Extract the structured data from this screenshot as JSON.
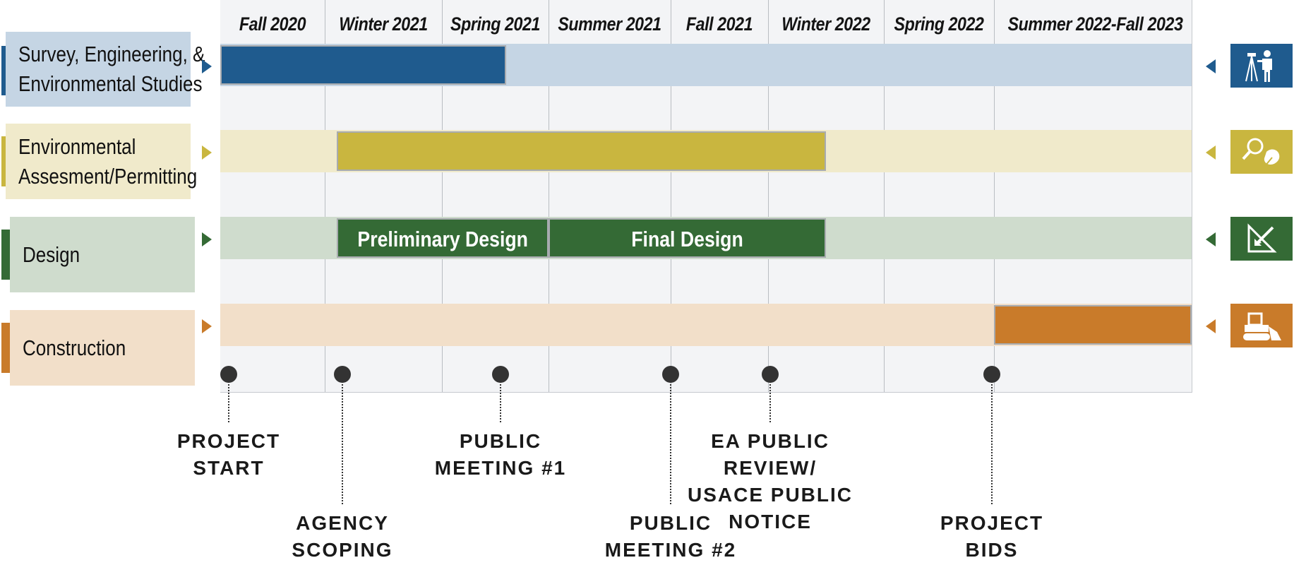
{
  "periods": [
    "Fall 2020",
    "Winter 2021",
    "Spring 2021",
    "Summer 2021",
    "Fall 2021",
    "Winter 2022",
    "Spring 2022",
    "Summer 2022-Fall 2023"
  ],
  "lanes": [
    {
      "name": "survey",
      "label_lines": [
        "Survey, Engineering, &",
        "Environmental Studies"
      ],
      "color": "#1f5b8e",
      "light": "#c5d5e4",
      "icon": "surveyor-icon",
      "bars": [
        {
          "start": 0.0,
          "end": 2.6,
          "label": ""
        }
      ]
    },
    {
      "name": "environmental",
      "label_lines": [
        "Environmental",
        "Assesment/Permitting"
      ],
      "color": "#c9b63f",
      "light": "#f0eacb",
      "icon": "magnifier-leaf-icon",
      "bars": [
        {
          "start": 1.1,
          "end": 5.5,
          "label": ""
        }
      ]
    },
    {
      "name": "design",
      "label_lines": [
        "Design"
      ],
      "color": "#346a35",
      "light": "#cfdccd",
      "icon": "drafting-icon",
      "bars": [
        {
          "start": 1.1,
          "end": 3.0,
          "label": "Preliminary Design"
        },
        {
          "start": 3.0,
          "end": 5.5,
          "label": "Final Design"
        }
      ]
    },
    {
      "name": "construction",
      "label_lines": [
        "Construction"
      ],
      "color": "#c97b2a",
      "light": "#f2dfc9",
      "icon": "bulldozer-icon",
      "bars": [
        {
          "start": 7.0,
          "end": 8.0,
          "label": ""
        }
      ]
    }
  ],
  "milestones": [
    {
      "position": 0.08,
      "lines": [
        "PROJECT",
        "START"
      ],
      "level": "upper"
    },
    {
      "position": 1.15,
      "lines": [
        "AGENCY",
        "SCOPING"
      ],
      "level": "lower"
    },
    {
      "position": 2.55,
      "lines": [
        "PUBLIC",
        "MEETING #1"
      ],
      "level": "upper"
    },
    {
      "position": 4.0,
      "lines": [
        "PUBLIC",
        "MEETING #2"
      ],
      "level": "lower"
    },
    {
      "position": 5.02,
      "lines": [
        "EA PUBLIC REVIEW/",
        "USACE PUBLIC",
        "NOTICE"
      ],
      "level": "upper"
    },
    {
      "position": 6.98,
      "lines": [
        "PROJECT",
        "BIDS"
      ],
      "level": "lower"
    }
  ]
}
